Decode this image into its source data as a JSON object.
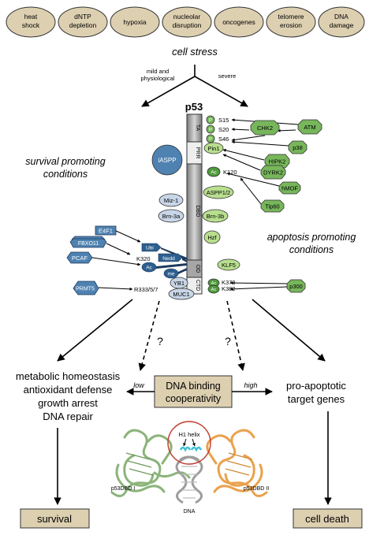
{
  "stress_factors": [
    [
      "heat",
      "shock"
    ],
    [
      "dNTP",
      "depletion"
    ],
    [
      "hypoxia"
    ],
    [
      "nucleolar",
      "disruption"
    ],
    [
      "oncogenes"
    ],
    [
      "telomere",
      "erosion"
    ],
    [
      "DNA",
      "damage"
    ]
  ],
  "cell_stress": "cell stress",
  "branch_left": [
    "mild and",
    "physiological"
  ],
  "branch_right": "severe",
  "p53_title": "p53",
  "domains": {
    "ta": "TA",
    "prr": "PRR",
    "dbd": "DBD",
    "od": "OD",
    "ctd": "CTD"
  },
  "survival_conditions": [
    "survival promoting",
    "conditions"
  ],
  "apoptosis_conditions": [
    "apoptosis promoting",
    "conditions"
  ],
  "sites": {
    "s15": "S15",
    "s20": "S20",
    "s46": "S46",
    "k120": "K120",
    "k320": "K320",
    "r333": "R333/5/7",
    "k373": "K373",
    "k382": "K382"
  },
  "mods": {
    "p": "P",
    "ac": "Ac",
    "ubi": "Ubi",
    "nedd": "Nedd",
    "me": "me"
  },
  "kinases": {
    "chk2": "CHK2",
    "atm": "ATM",
    "p38": "p38",
    "hipk2": "HIPK2",
    "dyrk2": "DYRK2",
    "hmof": "hMOF",
    "tip60": "Tip60",
    "p300": "p300"
  },
  "partners": {
    "iaspp": "iASPP",
    "pin1": "Pin1",
    "aspp12": "ASPP1/2",
    "miz1": "Miz-1",
    "brn3a": "Brn-3a",
    "brn3b": "Brn-3b",
    "hzf": "Hzf",
    "klf5": "KLF5",
    "yb1": "YB1",
    "muc1": "MUC1"
  },
  "modifiers": {
    "e4f1": "E4F1",
    "fbxo11": "FBXO11",
    "pcaf": "PCAF",
    "prmt5": "PRMT5"
  },
  "question": "?",
  "left_outcomes": [
    "metabolic homeostasis",
    "antioxidant defense",
    "growth arrest",
    "DNA repair"
  ],
  "center_box": [
    "DNA binding",
    "cooperativity"
  ],
  "low": "low",
  "high": "high",
  "right_outcomes": [
    "pro-apoptotic",
    "target genes"
  ],
  "h1_helix": "H1 helix",
  "p53dbd_1": "p53DBD I",
  "p53dbd_2": "p53DBD II",
  "dna": "DNA",
  "survival": "survival",
  "cell_death": "cell death",
  "colors": {
    "tan": "#ddd0b1",
    "green": "#77b65b",
    "dark_green": "#4f9a3d",
    "blue": "#4f82b1",
    "light_blue": "#c8d6e8",
    "gray": "#999999",
    "ribbon_green": "#8bb47a",
    "ribbon_orange": "#e9a24d",
    "ribbon_gray": "#9d9d9d",
    "helix_cyan": "#3cc0d3",
    "circle_red": "#c0392b"
  }
}
